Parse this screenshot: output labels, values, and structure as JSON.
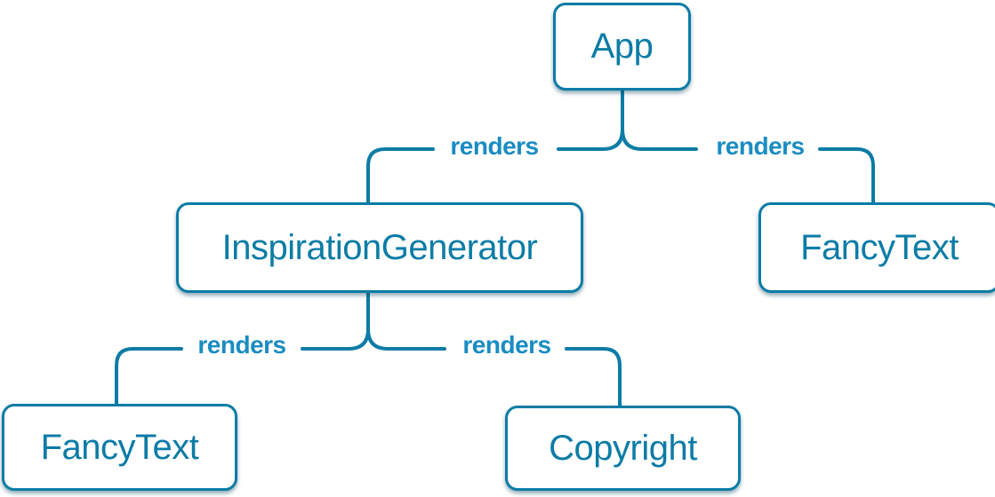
{
  "diagram": {
    "type": "component-render-tree",
    "background_color": "#ffffff",
    "colors": {
      "line": "#0b7ca6",
      "box_border": "#0b7ca6",
      "box_fill": "#ffffff",
      "box_text": "#0b7ca6",
      "edge_label_text": "#1a8cc2"
    },
    "nodes": [
      {
        "id": "app",
        "label": "App"
      },
      {
        "id": "inspiration-generator",
        "label": "InspirationGenerator"
      },
      {
        "id": "fancy-text-right",
        "label": "FancyText"
      },
      {
        "id": "fancy-text-left",
        "label": "FancyText"
      },
      {
        "id": "copyright",
        "label": "Copyright"
      }
    ],
    "edges": [
      {
        "from": "App",
        "to": "InspirationGenerator",
        "label": "renders"
      },
      {
        "from": "App",
        "to": "FancyText",
        "label": "renders"
      },
      {
        "from": "InspirationGenerator",
        "to": "FancyText",
        "label": "renders"
      },
      {
        "from": "InspirationGenerator",
        "to": "Copyright",
        "label": "renders"
      }
    ]
  }
}
